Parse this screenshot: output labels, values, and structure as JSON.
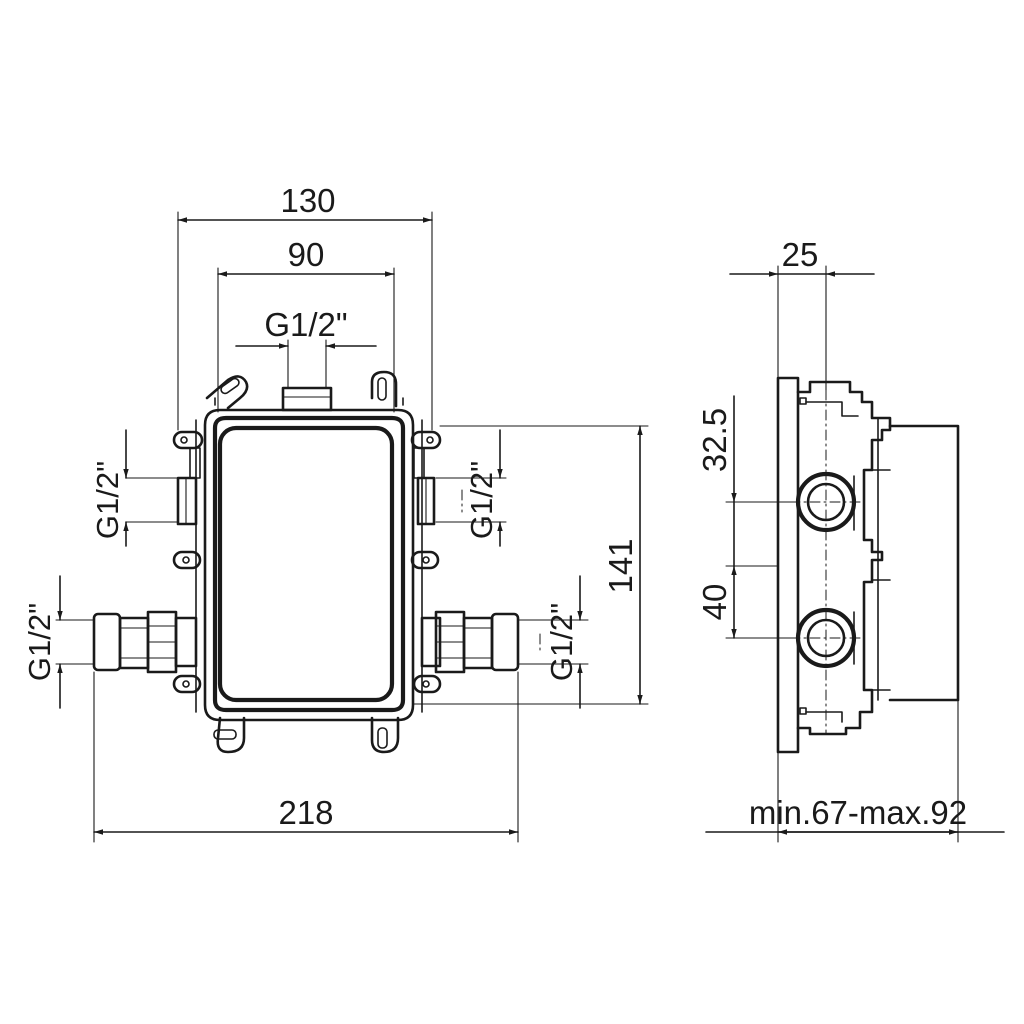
{
  "front_view": {
    "dim_overall_width": "130",
    "dim_inner_width": "90",
    "dim_top_thread": "G1/2\"",
    "dim_left_upper_thread": "G1/2\"",
    "dim_right_upper_thread": "G1/2\"",
    "dim_left_lower_thread": "G1/2\"",
    "dim_right_lower_thread": "G1/2\"",
    "dim_height": "141",
    "dim_total_width": "218"
  },
  "side_view": {
    "dim_depth_top": "25",
    "dim_upper_offset": "32.5",
    "dim_port_spacing": "40",
    "dim_depth_range": "min.67-max.92"
  },
  "colors": {
    "line": "#1a1a1a",
    "background": "#ffffff"
  }
}
